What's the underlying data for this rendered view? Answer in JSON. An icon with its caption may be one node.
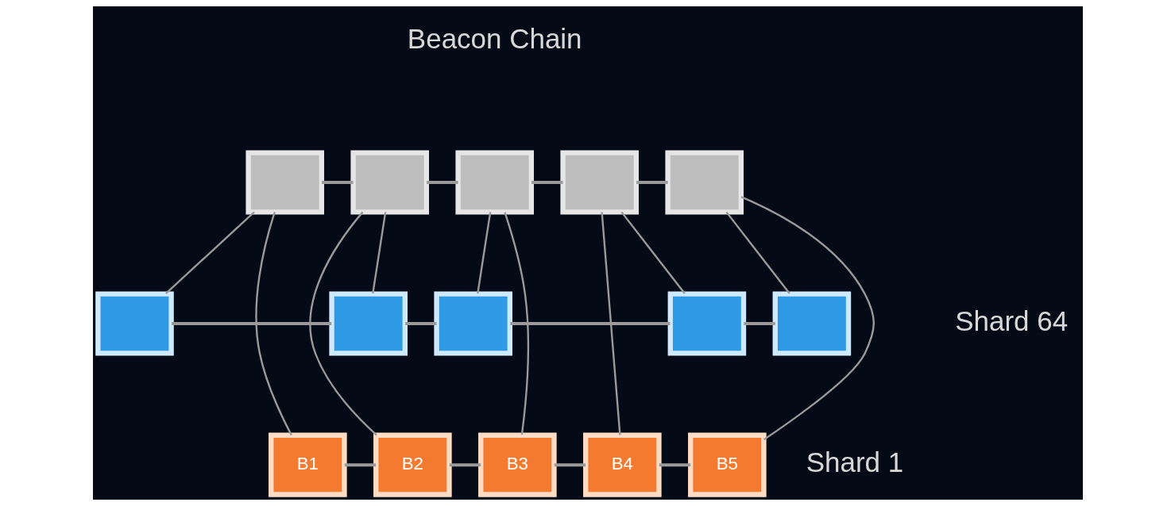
{
  "diagram": {
    "nodes": [
      {
        "text": [],
        "shape": "box"
      },
      {
        "text": [],
        "shape": "box"
      },
      {
        "text": [],
        "shape": "box"
      },
      {
        "text": [],
        "shape": "box"
      },
      {
        "text": [],
        "shape": "box"
      },
      {
        "text": [],
        "shape": "box"
      },
      {
        "text": [],
        "shape": "box"
      },
      {
        "text": [],
        "shape": "box"
      },
      {
        "text": [],
        "shape": "box"
      },
      {
        "text": [],
        "shape": "box"
      },
      {
        "text": [
          "B1"
        ]
      },
      {
        "text": [
          "B2"
        ]
      },
      {
        "text": [
          "B3"
        ]
      },
      {
        "text": [
          "B4"
        ]
      },
      {
        "text": [
          "B5"
        ]
      }
    ],
    "edges": [
      {
        "from": 0,
        "to": 1,
        "arrow": "none"
      },
      {
        "from": 1,
        "to": 2,
        "arrow": "none"
      },
      {
        "from": 2,
        "to": 3,
        "arrow": "none"
      },
      {
        "from": 3,
        "to": 4,
        "arrow": "none"
      },
      {
        "from": 5,
        "to": 6,
        "arrow": "none"
      },
      {
        "from": 6,
        "to": 7,
        "arrow": "none"
      },
      {
        "from": 7,
        "to": 8,
        "arrow": "none"
      },
      {
        "from": 8,
        "to": 9,
        "arrow": "none"
      },
      {
        "from": 10,
        "to": 11,
        "arrow": "none"
      },
      {
        "from": 11,
        "to": 12,
        "arrow": "none"
      },
      {
        "from": 12,
        "to": 13,
        "arrow": "none"
      },
      {
        "from": 13,
        "to": 14,
        "arrow": "none"
      },
      {
        "from": 0,
        "to": 5,
        "arrow": "none"
      },
      {
        "from": 1,
        "to": 6,
        "arrow": "none"
      },
      {
        "from": 2,
        "to": 7,
        "arrow": "none"
      },
      {
        "from": 3,
        "to": 8,
        "arrow": "none"
      },
      {
        "from": 4,
        "to": 9,
        "arrow": "none"
      },
      {
        "from": 0,
        "to": 10,
        "arrow": "none"
      },
      {
        "from": 1,
        "to": 11,
        "arrow": "none"
      },
      {
        "from": 2,
        "to": 12,
        "arrow": "none"
      },
      {
        "from": 3,
        "to": 13,
        "arrow": "none"
      },
      {
        "from": 4,
        "to": 14,
        "arrow": "none"
      }
    ],
    "labels": [
      "Beacon Chain",
      "Shard 64",
      "Shard 1"
    ]
  }
}
